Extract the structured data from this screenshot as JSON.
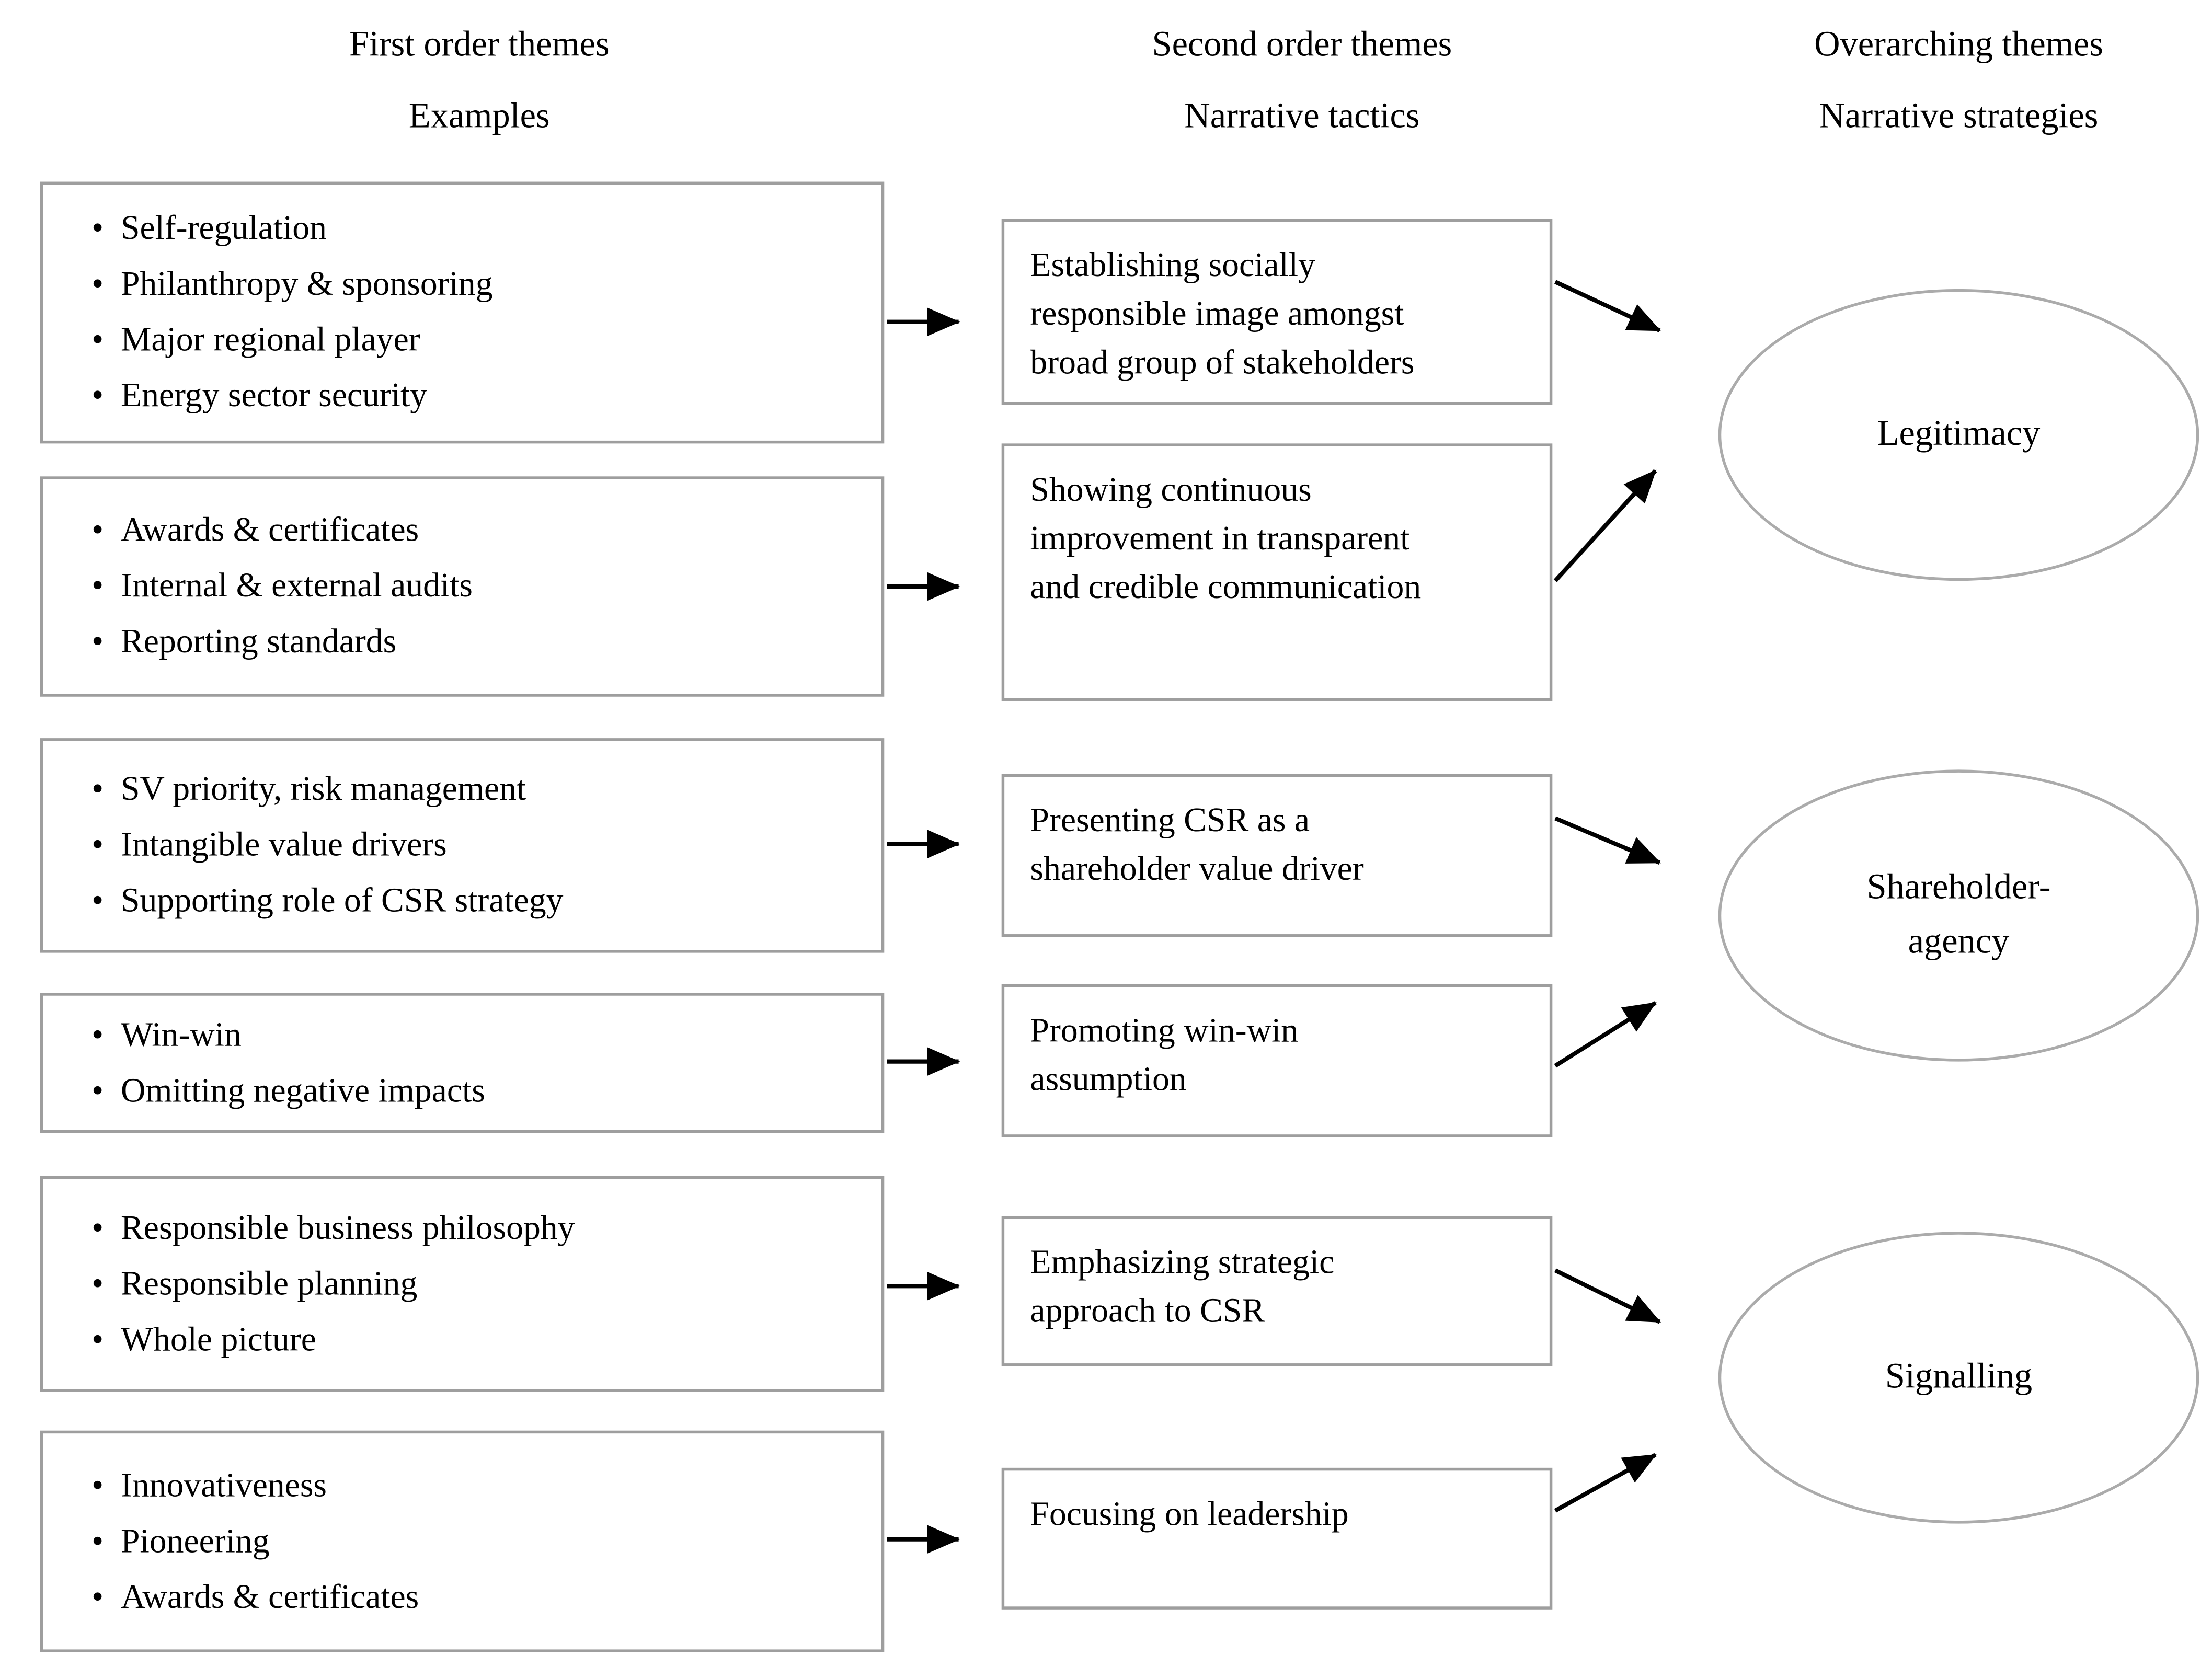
{
  "headers": {
    "first": {
      "line1": "First order themes",
      "line2": "Examples"
    },
    "second": {
      "line1": "Second order themes",
      "line2": "Narrative tactics"
    },
    "third": {
      "line1": "Overarching themes",
      "line2": "Narrative strategies"
    }
  },
  "first_order_boxes": [
    {
      "items": [
        "Self-regulation",
        "Philanthropy & sponsoring",
        "Major regional player",
        "Energy sector security"
      ]
    },
    {
      "items": [
        "Awards & certificates",
        "Internal & external audits",
        "Reporting standards"
      ]
    },
    {
      "items": [
        "SV priority, risk management",
        "Intangible value drivers",
        "Supporting role of CSR strategy"
      ]
    },
    {
      "items": [
        "Win-win",
        "Omitting negative impacts"
      ]
    },
    {
      "items": [
        "Responsible business philosophy",
        "Responsible planning",
        "Whole picture"
      ]
    },
    {
      "items": [
        "Innovativeness",
        "Pioneering",
        "Awards & certificates"
      ]
    }
  ],
  "second_order_boxes": [
    {
      "lines": [
        "Establishing socially",
        "responsible image amongst",
        "broad group of stakeholders"
      ]
    },
    {
      "lines": [
        "Showing continuous",
        "improvement in transparent",
        "and credible communication"
      ]
    },
    {
      "lines": [
        "Presenting CSR as a",
        "shareholder value driver"
      ]
    },
    {
      "lines": [
        "Promoting win-win",
        "assumption"
      ]
    },
    {
      "lines": [
        "Emphasizing strategic",
        "approach to CSR"
      ]
    },
    {
      "lines": [
        "Focusing on leadership"
      ]
    }
  ],
  "overarching_themes": [
    {
      "lines": [
        "Legitimacy"
      ]
    },
    {
      "lines": [
        "Shareholder-",
        "agency"
      ]
    },
    {
      "lines": [
        "Signalling"
      ]
    }
  ],
  "colors": {
    "background": "#ffffff",
    "box_border": "#9e9e9e",
    "ellipse_border": "#ababab",
    "arrow": "#000000",
    "text": "#000000"
  }
}
